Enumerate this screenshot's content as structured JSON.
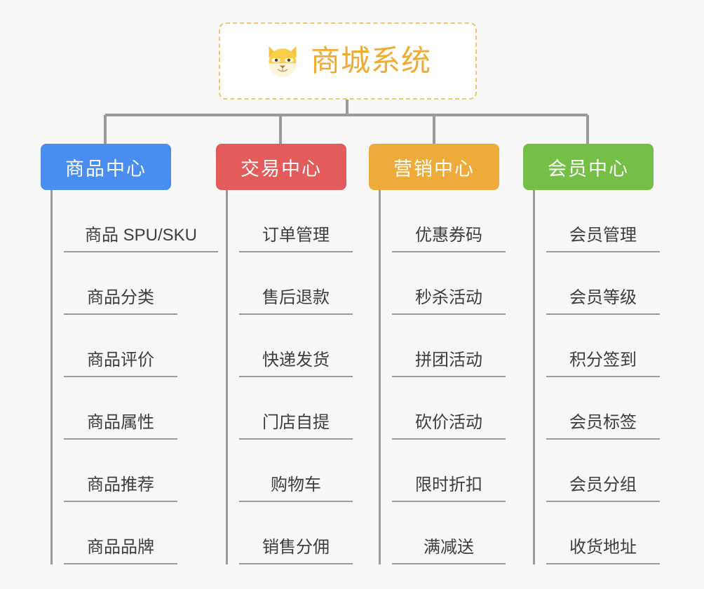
{
  "root": {
    "title": "商城系统",
    "icon": "shiba-dog-face-icon",
    "border_color": "#f3c46a",
    "text_color": "#f0ab33",
    "background": "#ffffff"
  },
  "canvas": {
    "background": "#f7f7f7",
    "connector_color": "#9a9a9a"
  },
  "categories": [
    {
      "label": "商品中心",
      "color": "#4a8df0",
      "items": [
        "商品 SPU/SKU",
        "商品分类",
        "商品评价",
        "商品属性",
        "商品推荐",
        "商品品牌"
      ]
    },
    {
      "label": "交易中心",
      "color": "#e35b5b",
      "items": [
        "订单管理",
        "售后退款",
        "快递发货",
        "门店自提",
        "购物车",
        "销售分佣"
      ]
    },
    {
      "label": "营销中心",
      "color": "#eeab3a",
      "items": [
        "优惠券码",
        "秒杀活动",
        "拼团活动",
        "砍价活动",
        "限时折扣",
        "满减送"
      ]
    },
    {
      "label": "会员中心",
      "color": "#76bf46",
      "items": [
        "会员管理",
        "会员等级",
        "积分签到",
        "会员标签",
        "会员分组",
        "收货地址"
      ]
    }
  ]
}
